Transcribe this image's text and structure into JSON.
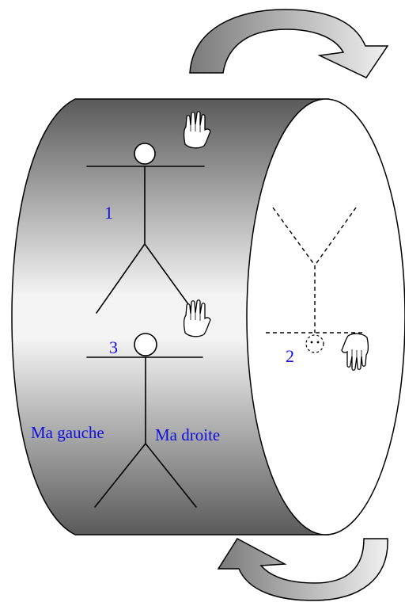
{
  "labels": {
    "figure_1": "1",
    "figure_2": "2",
    "figure_3": "3",
    "left": "Ma gauche",
    "right": "Ma droite"
  },
  "colors": {
    "label": "#1010e0",
    "cylinder_dark": "#5a5a5a",
    "cylinder_light": "#f4f4f4",
    "arrow_dark": "#7a7a7a",
    "arrow_light": "#f0f0f0"
  },
  "icons": [
    "hand-icon",
    "rotation-arrow-top",
    "rotation-arrow-bottom"
  ]
}
